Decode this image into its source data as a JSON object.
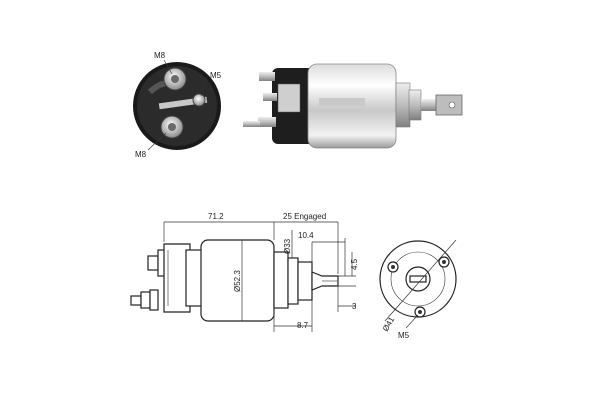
{
  "photo": {
    "end_view": {
      "callouts": {
        "top_left": "M8",
        "right": "M5",
        "bottom_left": "M8"
      }
    },
    "side_view": {}
  },
  "drawing": {
    "top_dims": {
      "overall_length": "71.2",
      "engaged": "25 Engaged"
    },
    "body": {
      "diameter": "Ø52.3",
      "plunger_diameter": "Ø33"
    },
    "plunger": {
      "length": "10.4",
      "tip_height": "4.5",
      "tip_offset": "3",
      "flange": "8.7"
    },
    "end_view": {
      "bolt_circle": "Ø41",
      "thread": "M5"
    }
  }
}
